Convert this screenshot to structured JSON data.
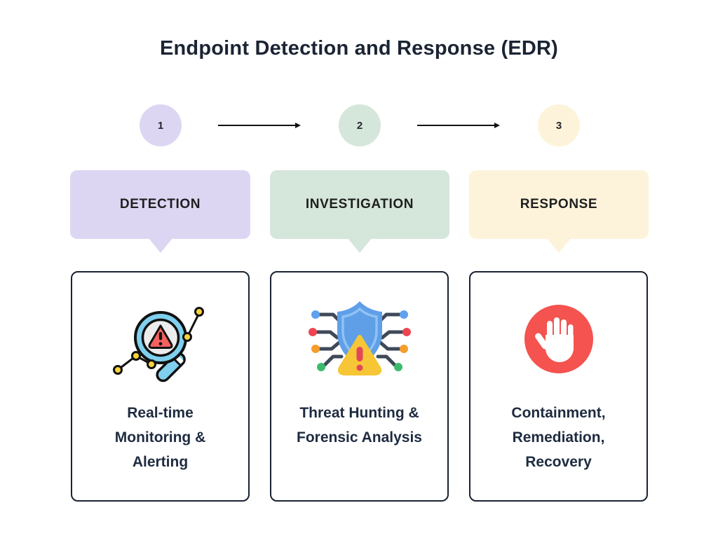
{
  "title": "Endpoint Detection and Response (EDR)",
  "steps": [
    {
      "number": "1",
      "label": "DETECTION",
      "description": "Real-time Monitoring & Alerting",
      "icon": "magnifier-alert-chart-icon",
      "accent_color": "#ddd6f3"
    },
    {
      "number": "2",
      "label": "INVESTIGATION",
      "description": "Threat Hunting & Forensic Analysis",
      "icon": "shield-circuit-alert-icon",
      "accent_color": "#d5e6db"
    },
    {
      "number": "3",
      "label": "RESPONSE",
      "description": "Containment, Remediation, Recovery",
      "icon": "stop-hand-icon",
      "accent_color": "#fdf3da"
    }
  ],
  "colors": {
    "background": "#ffffff",
    "title_text": "#1b2433",
    "card_border": "#1a2232",
    "card_text": "#1e2b40",
    "bubble_text": "#1f1f1f",
    "arrow": "#111111",
    "detection_accent": "#ddd6f3",
    "investigation_accent": "#d5e6db",
    "response_accent": "#fdf3da",
    "magnifier_blue": "#7fd0ee",
    "lens_gray": "#ececec",
    "alert_triangle_red": "#f4625f",
    "chart_dot_yellow": "#f9d43a",
    "shield_blue": "#5f9fe8",
    "shield_inner_blue": "#8fc2f3",
    "circuit_gray": "#3e4959",
    "node_blue": "#5da2ee",
    "node_red": "#ee4551",
    "node_orange": "#f59d2d",
    "node_green": "#3dbb6d",
    "warning_yellow": "#f7c636",
    "warning_exclaim_red": "#e2465a",
    "stop_circle_red": "#f4534f",
    "stop_hand_white": "#ffffff"
  }
}
